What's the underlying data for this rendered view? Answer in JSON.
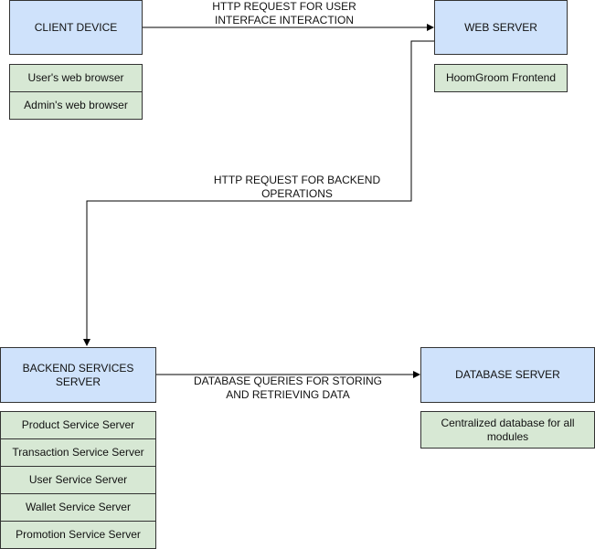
{
  "nodes": {
    "client": "CLIENT DEVICE",
    "web": "WEB SERVER",
    "backend": "BACKEND SERVICES SERVER",
    "database": "DATABASE SERVER"
  },
  "client_items": [
    "User's web browser",
    "Admin's web browser"
  ],
  "web_items": [
    "HoomGroom Frontend"
  ],
  "backend_items": [
    "Product Service Server",
    "Transaction Service Server",
    "User Service Server",
    "Wallet Service Server",
    "Promotion Service Server"
  ],
  "database_items": [
    "Centralized database for all modules"
  ],
  "edges": {
    "client_to_web": "HTTP REQUEST FOR USER INTERFACE INTERACTION",
    "web_to_backend": "HTTP REQUEST FOR BACKEND OPERATIONS",
    "backend_to_db": "DATABASE QUERIES FOR STORING AND RETRIEVING DATA"
  },
  "colors": {
    "node_fill": "#cfe2fb",
    "item_fill": "#d7e8d4",
    "stroke": "#333333"
  }
}
